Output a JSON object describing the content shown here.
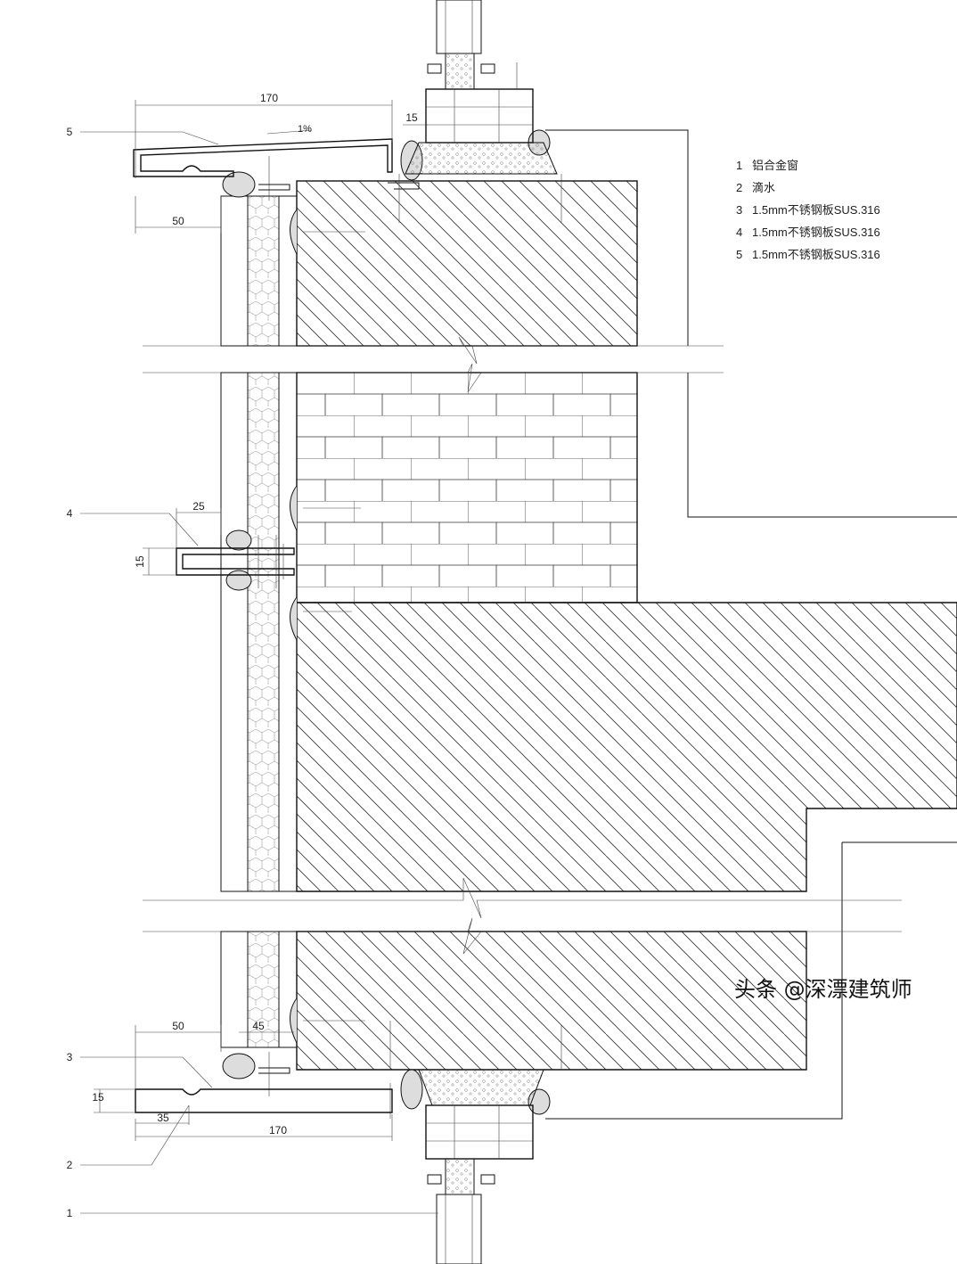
{
  "legend": [
    {
      "num": "1",
      "text": "铝合金窗"
    },
    {
      "num": "2",
      "text": "滴水"
    },
    {
      "num": "3",
      "text": "1.5mm不锈钢板SUS.316"
    },
    {
      "num": "4",
      "text": "1.5mm不锈钢板SUS.316"
    },
    {
      "num": "5",
      "text": "1.5mm不锈钢板SUS.316"
    }
  ],
  "callouts": {
    "c5": "5",
    "c4": "4",
    "c3": "3",
    "c2": "2",
    "c1": "1"
  },
  "dimensions": {
    "top_width": "170",
    "top_gap": "15",
    "top_slope": "1%",
    "top_depth": "50",
    "mid_width": "25",
    "mid_height": "15",
    "bot_depth": "50",
    "bot_gap": "45",
    "bot_height": "15",
    "bot_drip": "35",
    "bot_width": "170"
  },
  "watermark": "头条 @深漂建筑师"
}
